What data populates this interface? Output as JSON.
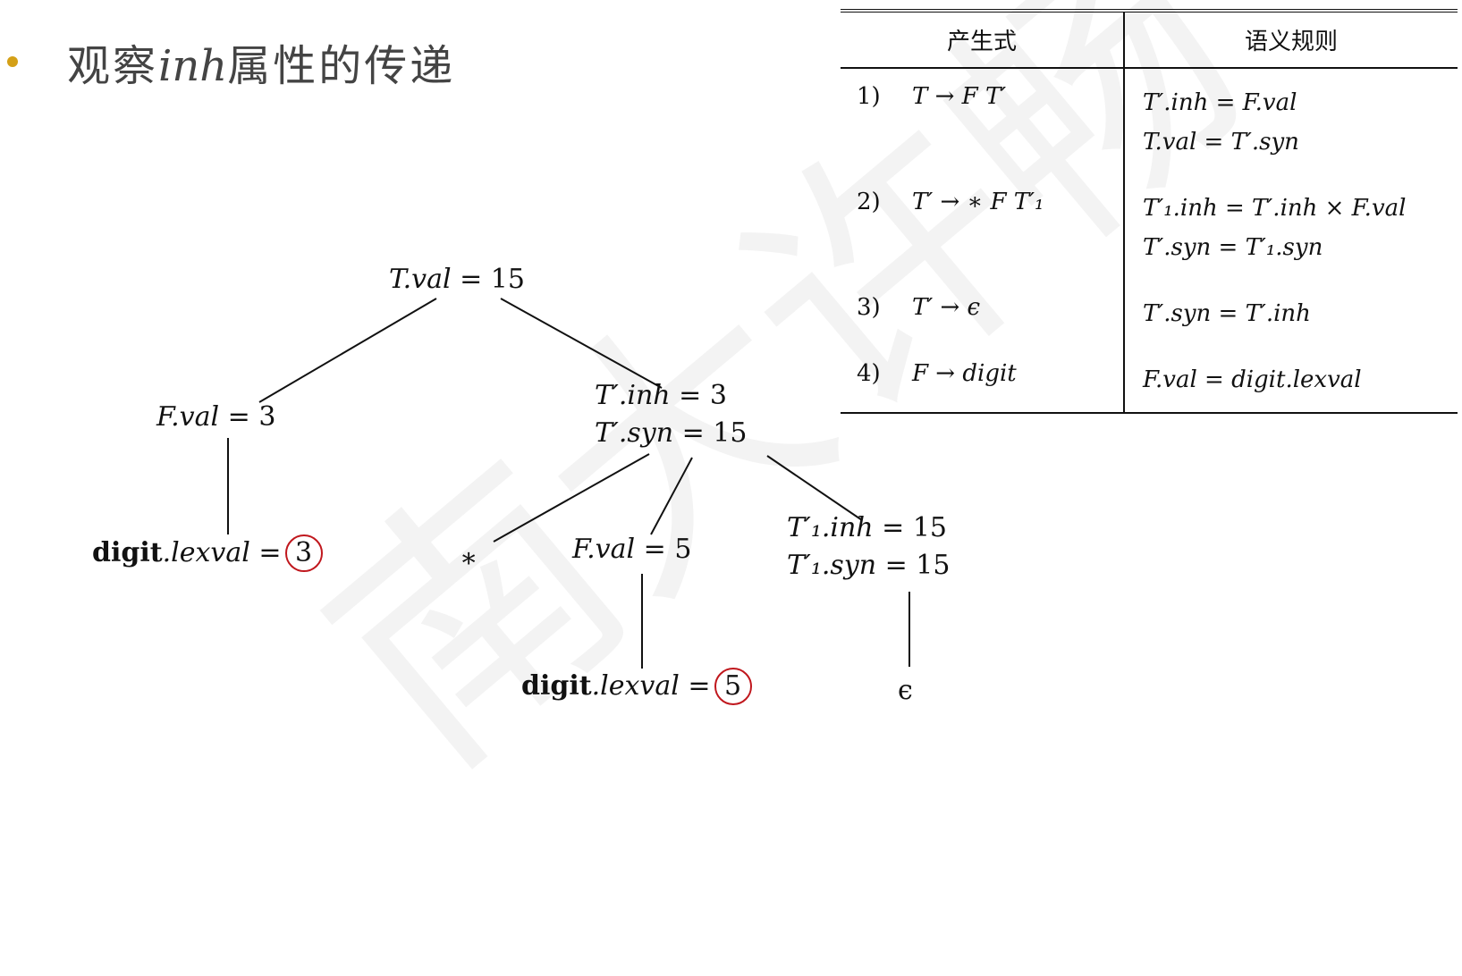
{
  "title": {
    "prefix": "观察",
    "italic": "inh",
    "suffix": "属性的传递"
  },
  "watermark": "南大许畅",
  "tree": {
    "root": {
      "attr": "T.val",
      "value": "15"
    },
    "f1": {
      "attr": "F.val",
      "value": "3"
    },
    "d1": {
      "token": "digit",
      "attr": ".lexval",
      "value": "3"
    },
    "tp": {
      "inh_attr": "T′.inh",
      "inh_value": "3",
      "syn_attr": "T′.syn",
      "syn_value": "15"
    },
    "star": "∗",
    "f2": {
      "attr": "F.val",
      "value": "5"
    },
    "d2": {
      "token": "digit",
      "attr": ".lexval",
      "value": "5"
    },
    "tp1": {
      "inh_attr": "T′₁.inh",
      "inh_value": "15",
      "syn_attr": "T′₁.syn",
      "syn_value": "15"
    },
    "eps": "ϵ"
  },
  "rules_table": {
    "headers": [
      "产生式",
      "语义规则"
    ],
    "rows": [
      {
        "num": "1)",
        "production": "T → F T′",
        "rules": [
          "T′.inh = F.val",
          "T.val = T′.syn"
        ]
      },
      {
        "num": "2)",
        "production": "T′ → ∗ F T′₁",
        "rules": [
          "T′₁.inh = T′.inh × F.val",
          "T′.syn = T′₁.syn"
        ]
      },
      {
        "num": "3)",
        "production": "T′ → ϵ",
        "rules": [
          "T′.syn = T′.inh"
        ]
      },
      {
        "num": "4)",
        "production": "F → digit",
        "rules": [
          "F.val = digit.lexval"
        ]
      }
    ]
  },
  "colors": {
    "bullet": "#d4a017",
    "highlight_circle": "#c0171d"
  }
}
